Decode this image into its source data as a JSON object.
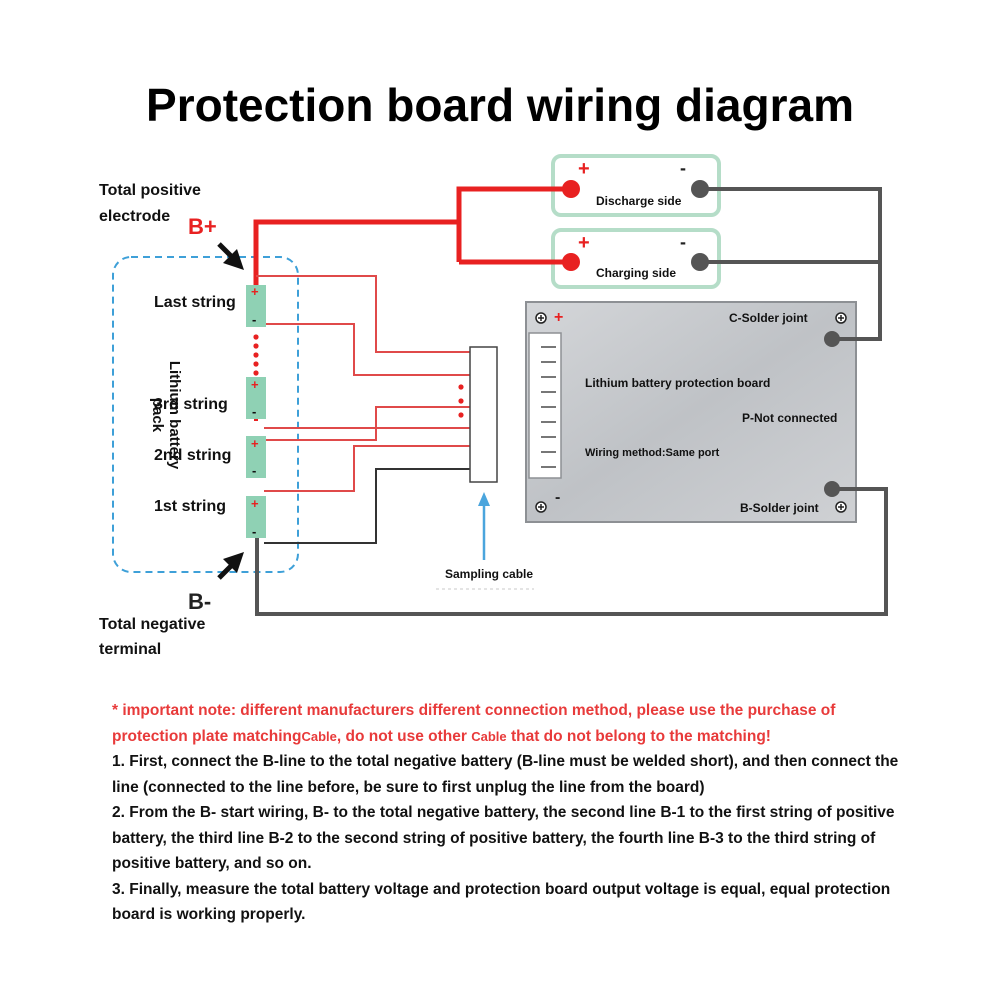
{
  "title": "Protection board wiring diagram",
  "labels": {
    "total_positive_line1": "Total positive",
    "total_positive_line2": "electrode",
    "b_plus": "B+",
    "b_minus": "B-",
    "total_negative_line1": "Total negative",
    "total_negative_line2": "terminal",
    "pack": "Lithium battery pack",
    "last_string": "Last string",
    "third_string": "3rd string",
    "second_string": "2nd string",
    "first_string": "1st string",
    "discharge_side": "Discharge side",
    "charging_side": "Charging side",
    "c_solder": "C-Solder joint",
    "board_name": "Lithium battery protection board",
    "p_not_connected": "P-Not connected",
    "wiring_method": "Wiring method:Same port",
    "b_solder": "B-Solder joint",
    "sampling_cable": "Sampling cable",
    "plus_sign": "+",
    "minus_sign": "-"
  },
  "notes": {
    "important_a": "* important note: different manufacturers different connection method, please use the purchase of protection plate matching",
    "important_cable1": "Cable",
    "important_b": ", do not use other",
    "important_cable2": "Cable",
    "important_c": "that do not belong to the matching!",
    "step1": "1. First, connect the B-line to the total negative battery (B-line must be welded short), and then connect the line (connected to the line before, be sure to first unplug the line from the board)",
    "step2": "2. From the B- start wiring, B- to the total negative battery, the second line B-1 to the first string of positive battery, the third line B-2 to the second string of positive battery, the fourth line B-3 to the third string of positive battery, and so on.",
    "step3": "3. Finally, measure the total battery voltage and protection board output voltage is equal, equal protection board is working properly."
  },
  "colors": {
    "red_wire": "#e82121",
    "sample_wire": "#e04a4a",
    "black_wire": "#555555",
    "cell": "#8fd1b4",
    "pack_outline": "#3ea0d8",
    "port_box": "#b5ddc8",
    "board_fill": "#c9cbce",
    "arrow_blue": "#4aa5dd"
  }
}
